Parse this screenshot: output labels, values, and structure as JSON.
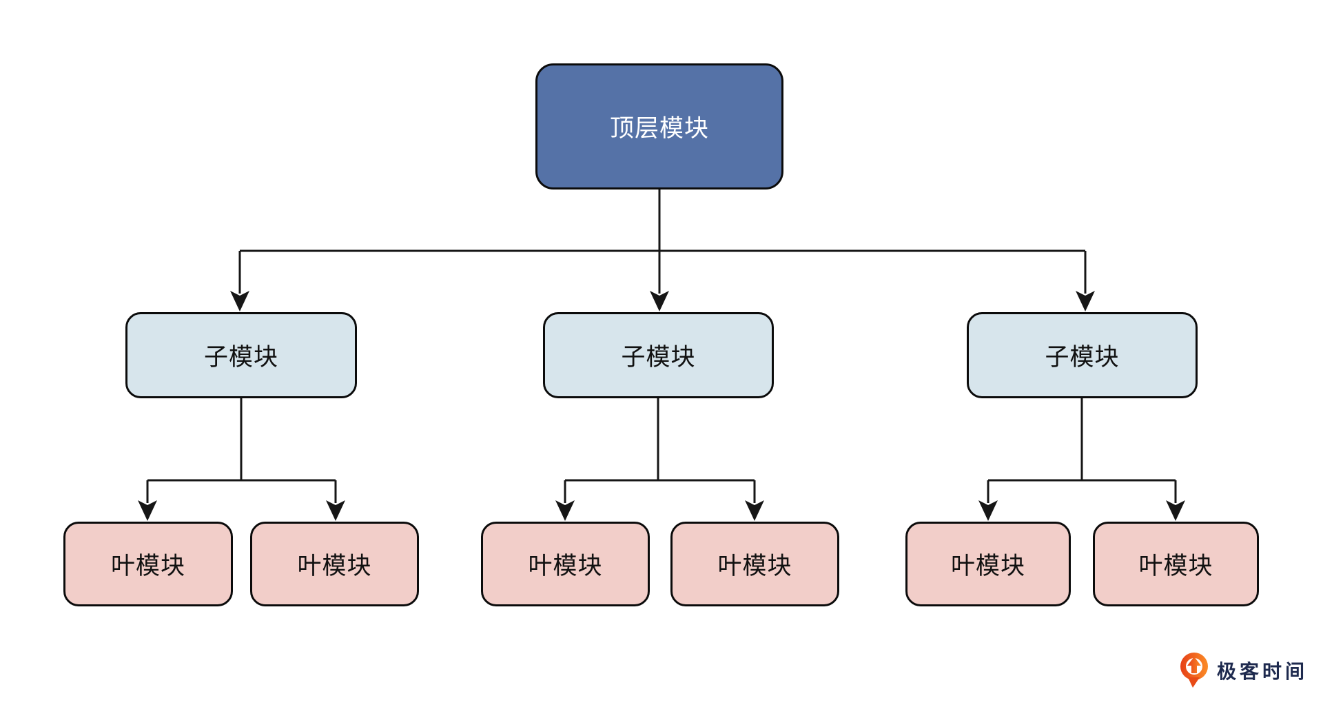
{
  "diagram": {
    "root": {
      "label": "顶层模块",
      "fill": "#5572a7",
      "text_color": "#ffffff"
    },
    "children": [
      {
        "label": "子模块",
        "leaves": [
          {
            "label": "叶模块"
          },
          {
            "label": "叶模块"
          }
        ]
      },
      {
        "label": "子模块",
        "leaves": [
          {
            "label": "叶模块"
          },
          {
            "label": "叶模块"
          }
        ]
      },
      {
        "label": "子模块",
        "leaves": [
          {
            "label": "叶模块"
          },
          {
            "label": "叶模块"
          }
        ]
      }
    ],
    "child_fill": "#d7e5ec",
    "leaf_fill": "#f2cec9",
    "line_color": "#161616"
  },
  "branding": {
    "logo_text": "极客时间",
    "logo_text_color": "#1e2a4e",
    "logo_icon": "geektime-pin-icon",
    "logo_icon_colors": [
      "#e63f17",
      "#fb8c27"
    ]
  }
}
